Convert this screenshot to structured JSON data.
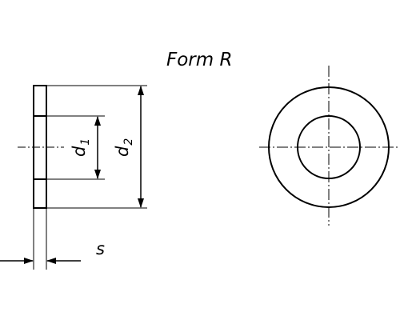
{
  "title": "Form R",
  "dimensions": {
    "inner_diameter": {
      "letter": "d",
      "subscript": "1"
    },
    "outer_diameter": {
      "letter": "d",
      "subscript": "2"
    },
    "thickness": "s"
  },
  "colors": {
    "line": "#000000",
    "background": "#ffffff"
  }
}
